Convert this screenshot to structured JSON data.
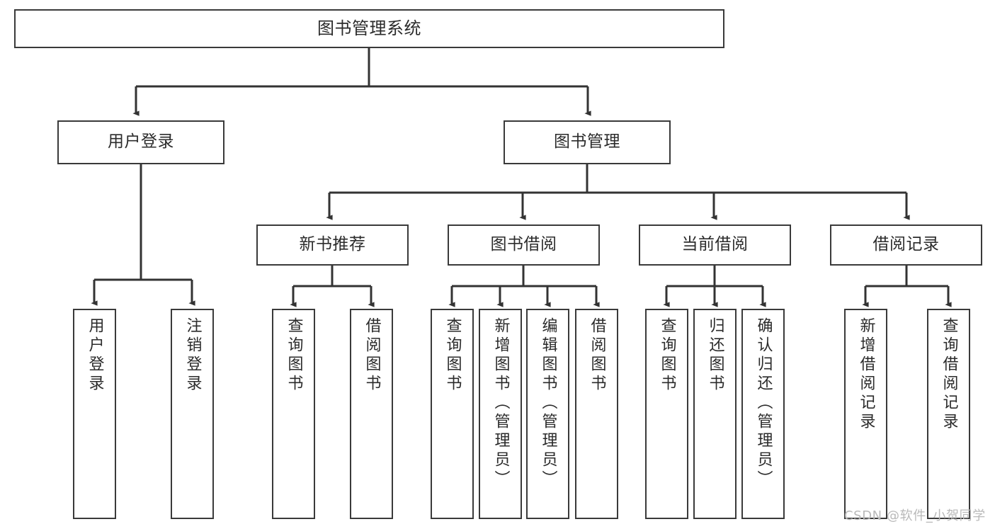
{
  "diagram": {
    "title": "图书管理系统",
    "type": "hierarchy-tree",
    "root": {
      "id": "root",
      "label": "图书管理系统",
      "orientation": "horizontal"
    },
    "level1": [
      {
        "id": "user-login",
        "label": "用户登录",
        "orientation": "horizontal"
      },
      {
        "id": "book-management",
        "label": "图书管理",
        "orientation": "horizontal"
      }
    ],
    "level2": [
      {
        "id": "new-book-recommend",
        "label": "新书推荐",
        "orientation": "horizontal",
        "parent": "book-management"
      },
      {
        "id": "book-borrow",
        "label": "图书借阅",
        "orientation": "horizontal",
        "parent": "book-management"
      },
      {
        "id": "current-borrow",
        "label": "当前借阅",
        "orientation": "horizontal",
        "parent": "book-management"
      },
      {
        "id": "borrow-record",
        "label": "借阅记录",
        "orientation": "horizontal",
        "parent": "book-management"
      }
    ],
    "leaves": [
      {
        "id": "leaf-user-login",
        "label": "用户登录",
        "orientation": "vertical",
        "parent": "user-login"
      },
      {
        "id": "leaf-user-logout",
        "label": "注销登录",
        "orientation": "vertical",
        "parent": "user-login"
      },
      {
        "id": "leaf-query-book-1",
        "label": "查询图书",
        "orientation": "vertical",
        "parent": "new-book-recommend"
      },
      {
        "id": "leaf-borrow-book-1",
        "label": "借阅图书",
        "orientation": "vertical",
        "parent": "new-book-recommend"
      },
      {
        "id": "leaf-query-book-2",
        "label": "查询图书",
        "orientation": "vertical",
        "parent": "book-borrow"
      },
      {
        "id": "leaf-add-book",
        "label": "新增图书（管理员）",
        "orientation": "vertical",
        "parent": "book-borrow"
      },
      {
        "id": "leaf-edit-book",
        "label": "编辑图书（管理员）",
        "orientation": "vertical",
        "parent": "book-borrow"
      },
      {
        "id": "leaf-borrow-book-2",
        "label": "借阅图书",
        "orientation": "vertical",
        "parent": "book-borrow"
      },
      {
        "id": "leaf-query-book-3",
        "label": "查询图书",
        "orientation": "vertical",
        "parent": "current-borrow"
      },
      {
        "id": "leaf-return-book",
        "label": "归还图书",
        "orientation": "vertical",
        "parent": "current-borrow"
      },
      {
        "id": "leaf-confirm-return",
        "label": "确认归还（管理员）",
        "orientation": "vertical",
        "parent": "current-borrow"
      },
      {
        "id": "leaf-add-record",
        "label": "新增借阅记录",
        "orientation": "vertical",
        "parent": "borrow-record"
      },
      {
        "id": "leaf-query-record",
        "label": "查询借阅记录",
        "orientation": "vertical",
        "parent": "borrow-record"
      }
    ],
    "colors": {
      "border": "#3a3a3a",
      "text": "#2b2b2b",
      "background": "#ffffff",
      "edge": "#333333",
      "watermark": "#b9b9b9"
    }
  },
  "watermark": {
    "text": "CSDN @软件_小贺同学"
  }
}
